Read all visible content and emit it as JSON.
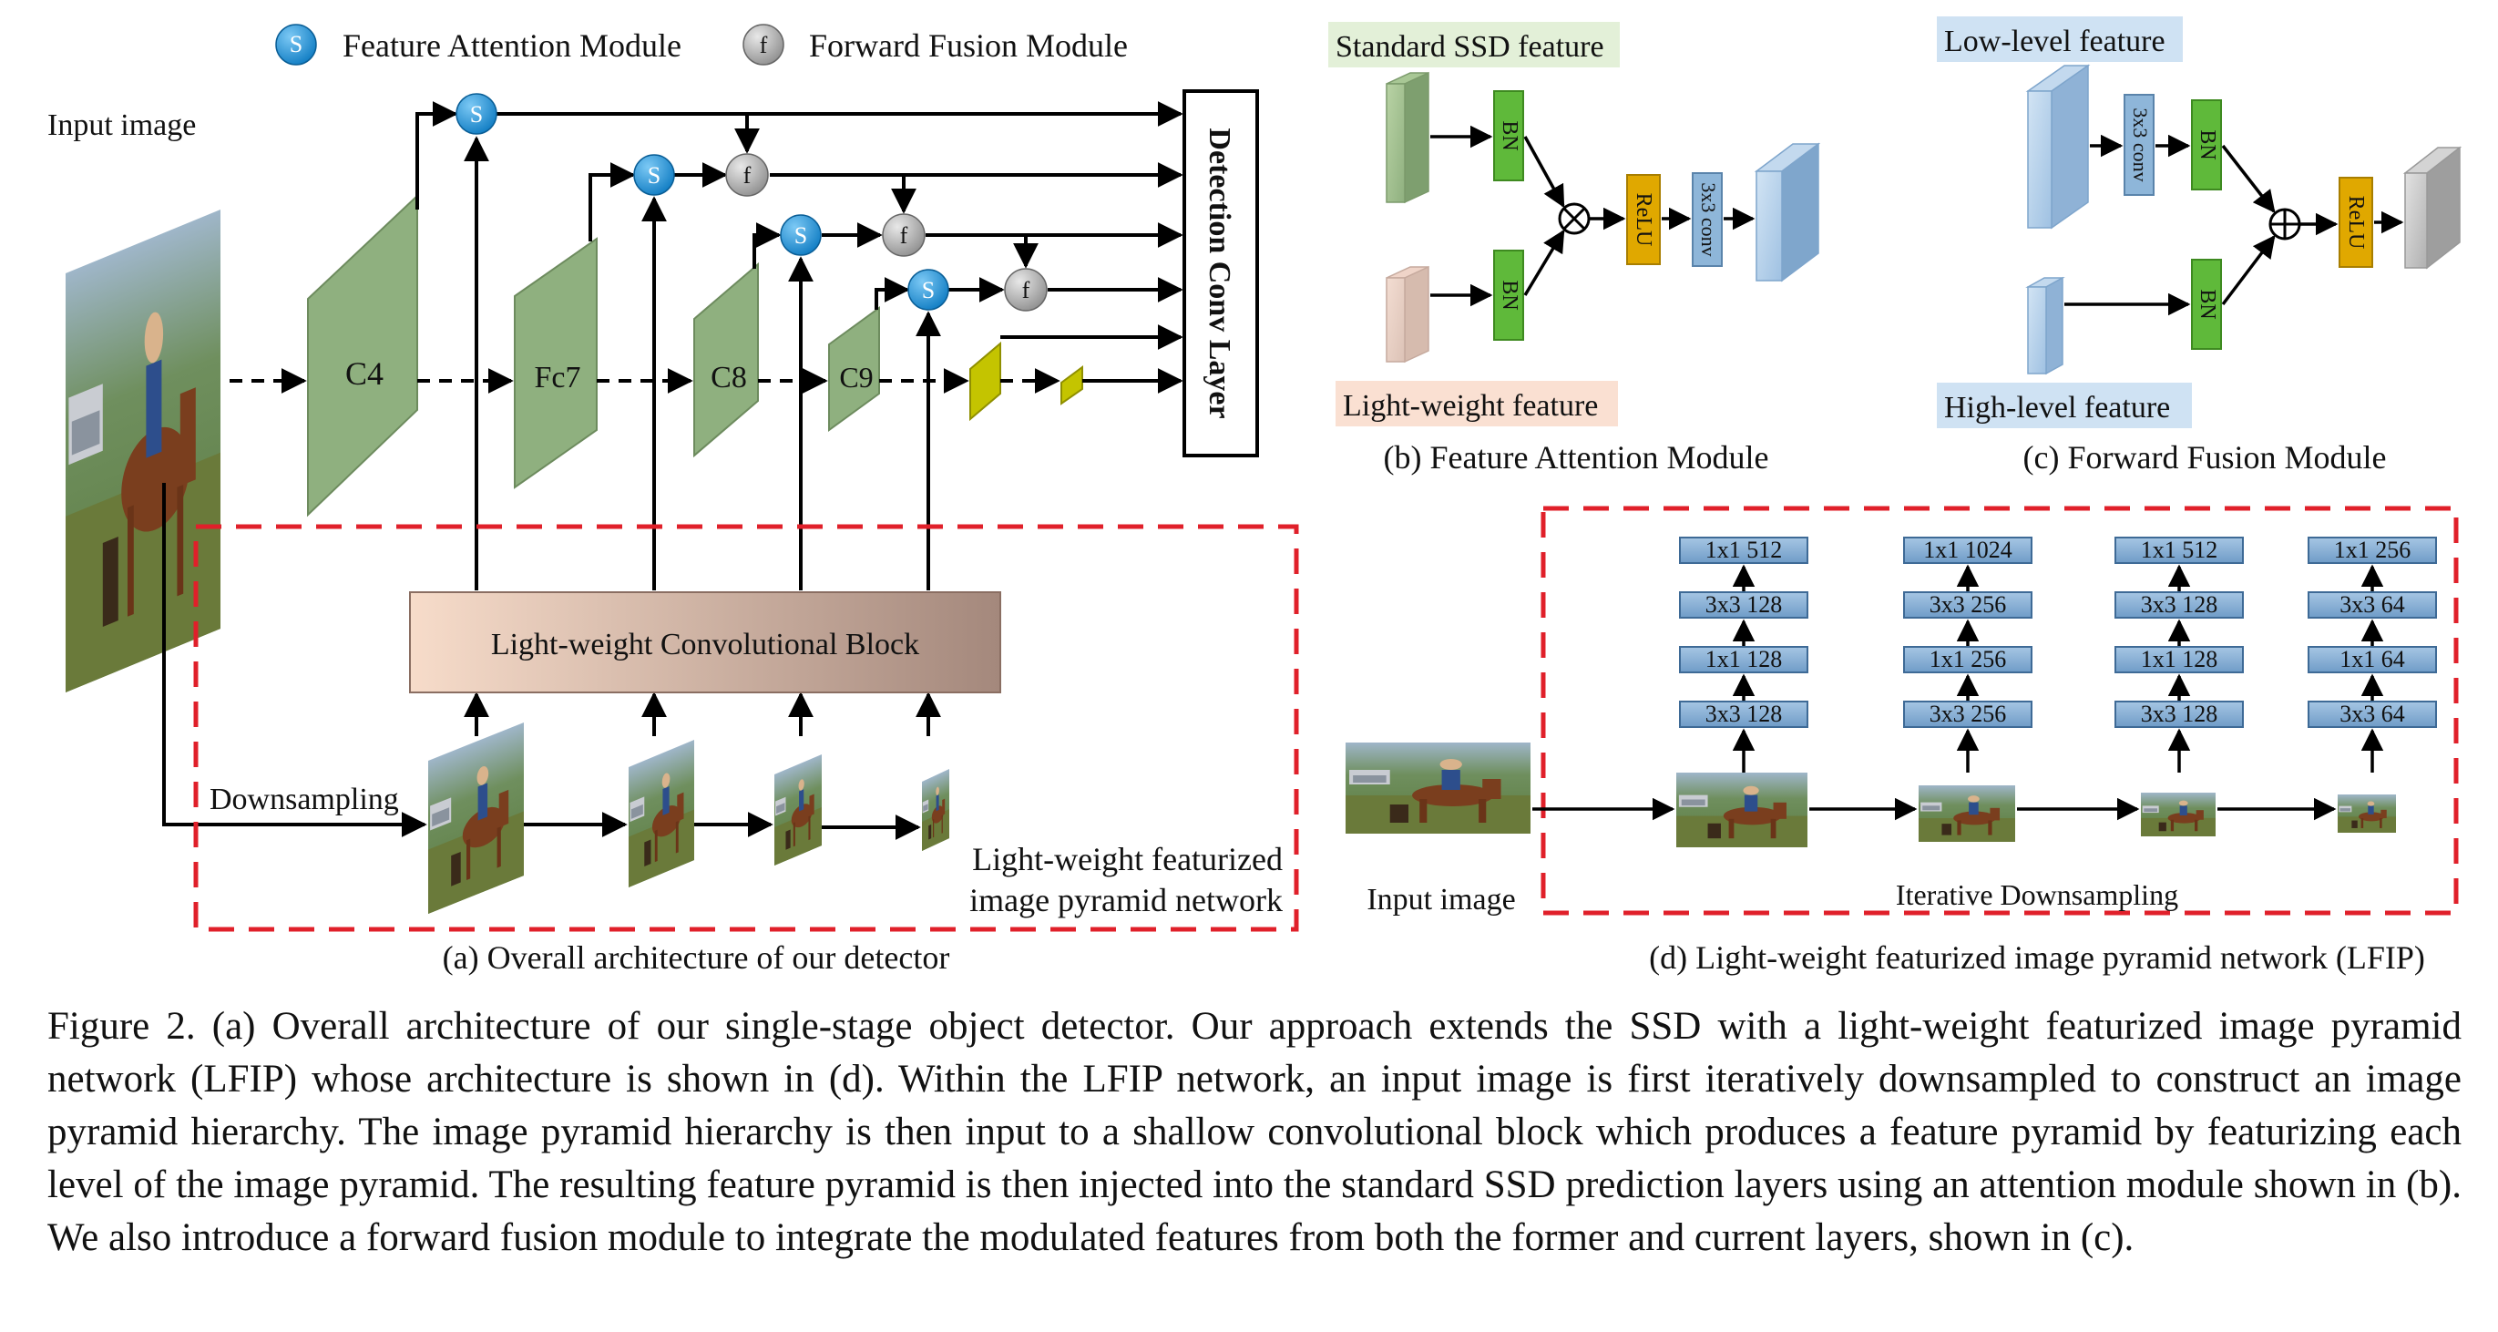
{
  "legend": {
    "s_glyph": "S",
    "s_label": "Feature Attention Module",
    "f_glyph": "f",
    "f_label": "Forward Fusion Module"
  },
  "panel_a": {
    "input_label": "Input image",
    "layers": [
      "C4",
      "Fc7",
      "C8",
      "C9"
    ],
    "detection_label": "Detection Conv Layer",
    "block_label": "Light-weight Convolutional Block",
    "downsampling_label": "Downsampling",
    "lfip_label_line1": "Light-weight featurized",
    "lfip_label_line2": "image pyramid network",
    "caption": "(a) Overall architecture of our detector"
  },
  "panel_b": {
    "standard_label": "Standard SSD feature",
    "light_label": "Light-weight feature",
    "bn": "BN",
    "relu": "ReLU",
    "conv": "3x3 conv",
    "caption": "(b) Feature Attention Module"
  },
  "panel_c": {
    "low_label": "Low-level feature",
    "high_label": "High-level feature",
    "conv": "3x3 conv",
    "bn": "BN",
    "relu": "ReLU",
    "caption": "(c) Forward Fusion Module"
  },
  "panel_d": {
    "input_label": "Input image",
    "columns": [
      [
        "1x1 512",
        "3x3 128",
        "1x1 128",
        "3x3 128"
      ],
      [
        "1x1 1024",
        "3x3 256",
        "1x1 256",
        "3x3 256"
      ],
      [
        "1x1 512",
        "3x3 128",
        "1x1 128",
        "3x3 128"
      ],
      [
        "1x1 256",
        "3x3 64",
        "1x1 64",
        "3x3 64"
      ]
    ],
    "downsampling_label": "Iterative Downsampling",
    "caption": "(d) Light-weight featurized image pyramid network (LFIP)"
  },
  "figure_caption": "Figure 2. (a) Overall architecture of our single-stage object detector. Our approach extends the SSD with a light-weight featurized image pyramid network (LFIP) whose architecture is shown in (d). Within the LFIP network, an input image is first iteratively downsampled to construct an image pyramid hierarchy. The image pyramid hierarchy is then input to a shallow convolutional block which produces a feature pyramid by featurizing each level of the image pyramid. The resulting feature pyramid is then injected into the standard SSD prediction layers using an attention module shown in (b). We also introduce a forward fusion module to integrate the modulated features from both the former and current layers, shown in (c).",
  "colors": {
    "green_block": "#8fb07f",
    "bn_green": "#5fb93a",
    "relu_yellow": "#e0a800",
    "conv_blue": "#8eb6d9",
    "feature_blue": "#a9c8e8",
    "dash_red": "#e0202a",
    "s_blue": "#1a8fd6",
    "f_gray": "#a0a0a0"
  }
}
